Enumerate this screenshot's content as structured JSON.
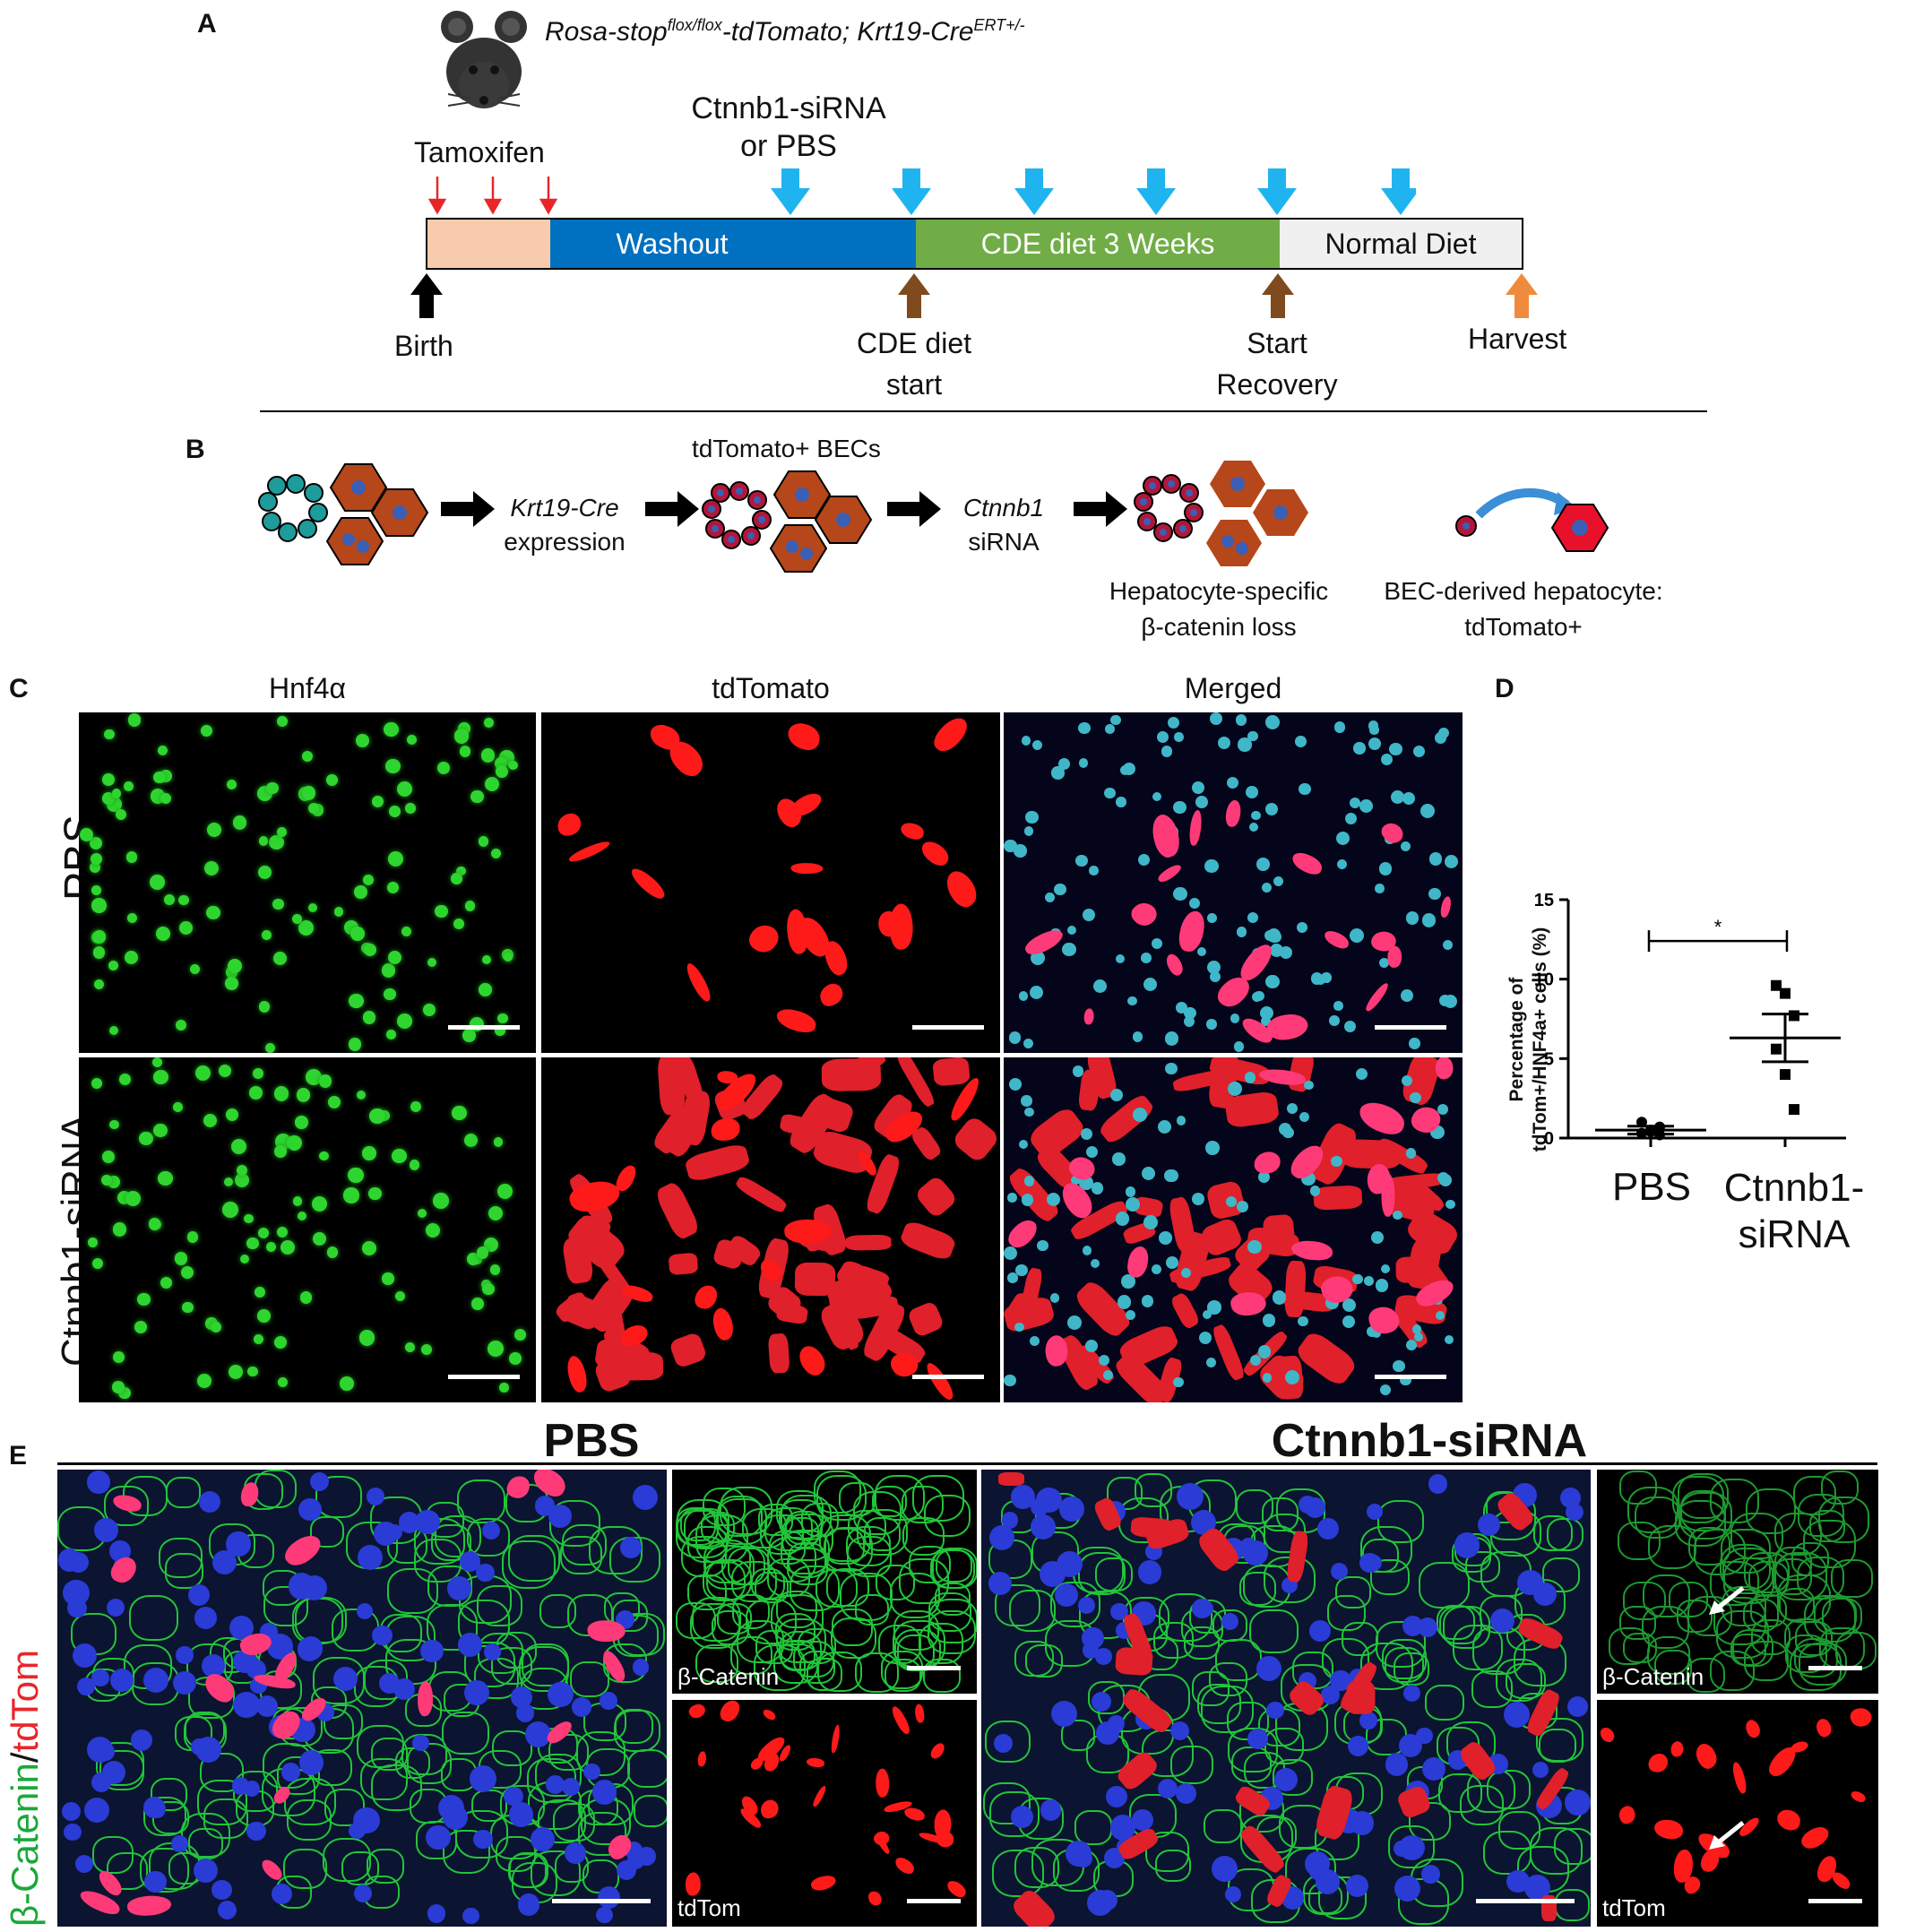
{
  "panels": {
    "A": "A",
    "B": "B",
    "C": "C",
    "D": "D",
    "E": "E"
  },
  "a": {
    "genotype": "Rosa-stop^flox/flox-tdTomato; Krt19-Cre^ERT+/-",
    "genotype_parts": {
      "p1": "Rosa-stop",
      "sup1": "flox/flox",
      "p2": "-tdTomato; Krt19-Cre",
      "sup2": "ERT+/-"
    },
    "tamoxifen": "Tamoxifen",
    "sirna_line1": "Ctnnb1-siRNA",
    "sirna_line2": "or PBS",
    "washout": "Washout",
    "cde": "CDE diet 3 Weeks",
    "normal": "Normal Diet",
    "birth": "Birth",
    "cde_start_1": "CDE diet",
    "cde_start_2": "start",
    "recovery_1": "Start",
    "recovery_2": "Recovery",
    "harvest": "Harvest",
    "colors": {
      "tamox": "#f8cbad",
      "washout": "#0070c0",
      "cde": "#70ad47",
      "normal": "#f0f0f0",
      "blue_arrow": "#1fb4f0",
      "red_arrow": "#e8262a",
      "brown_arrow": "#7f4a1e",
      "orange_arrow": "#f08a3c"
    }
  },
  "b": {
    "step1_a": "Krt19-Cre",
    "step1_b": "expression",
    "top2": "tdTomato+ BECs",
    "step2_a": "Ctnnb1",
    "step2_b": "siRNA",
    "caption3_a": "Hepatocyte-specific",
    "caption3_b": "β-catenin loss",
    "caption4_a": "BEC-derived hepatocyte:",
    "caption4_b": "tdTomato+"
  },
  "c": {
    "col1": "Hnf4α",
    "col2": "tdTomato",
    "col3": "Merged",
    "row1": "PBS",
    "row2": "Ctnnb1-siRNA"
  },
  "chart_data": {
    "type": "scatter",
    "ylabel_line1": "Percentage of",
    "ylabel_line2": "tdTom+/HNF4a+ cells (%)",
    "categories": [
      "PBS",
      "Ctnnb1-siRNA"
    ],
    "category_labels": [
      [
        "PBS"
      ],
      [
        "Ctnnb1-",
        "siRNA"
      ]
    ],
    "ylim": [
      0,
      15
    ],
    "yticks": [
      0,
      5,
      10,
      15
    ],
    "series": [
      {
        "category": "PBS",
        "points": [
          0.3,
          0.5,
          0.7,
          1.0,
          0.4,
          0.2
        ],
        "mean": 0.5,
        "sem": 0.25,
        "marker": "circle"
      },
      {
        "category": "Ctnnb1-siRNA",
        "points": [
          9.6,
          9.1,
          7.7,
          5.6,
          4.0,
          1.8
        ],
        "mean": 6.3,
        "sem": 1.5,
        "marker": "square"
      }
    ],
    "significance": "*"
  },
  "e": {
    "pbs": "PBS",
    "sirna": "Ctnnb1-siRNA",
    "side_label_a": "β-Catenin",
    "side_label_sep": "/",
    "side_label_b": "tdTom",
    "sub_bcat": "β-Catenin",
    "sub_tdtom": "tdTom"
  }
}
